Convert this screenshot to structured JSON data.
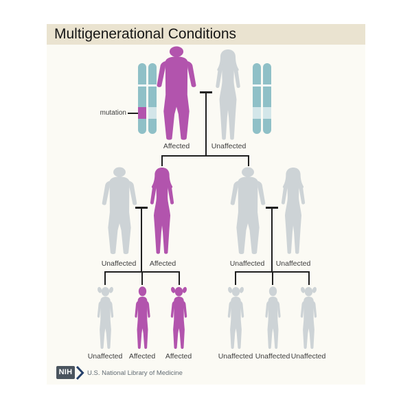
{
  "title": "Multigenerational Conditions",
  "colors": {
    "affected": "#b254ad",
    "unaffected": "#cdd3d6",
    "chromosome": "#8fc0c7",
    "chromosome_band_light": "#d3e6e9",
    "title_bar_bg": "#eae3d0",
    "content_bg": "#fbfaf4",
    "line": "#1f1f1f",
    "nih_box": "#4a545e",
    "nih_chevron": "#26416b",
    "footer_text": "#616b73",
    "label_text": "#3c3c3c"
  },
  "mutation": {
    "label": "mutation"
  },
  "generation1": {
    "father": {
      "sex": "male",
      "affected": true,
      "label": "Affected"
    },
    "mother": {
      "sex": "female",
      "affected": false,
      "label": "Unaffected"
    }
  },
  "generation2": {
    "left_couple": [
      {
        "sex": "male",
        "affected": false,
        "label": "Unaffected"
      },
      {
        "sex": "female",
        "affected": true,
        "label": "Affected"
      }
    ],
    "right_couple": [
      {
        "sex": "male",
        "affected": false,
        "label": "Unaffected"
      },
      {
        "sex": "female",
        "affected": false,
        "label": "Unaffected"
      }
    ]
  },
  "generation3": {
    "left_children": [
      {
        "sex": "girl",
        "affected": false,
        "label": "Unaffected"
      },
      {
        "sex": "boy",
        "affected": true,
        "label": "Affected"
      },
      {
        "sex": "girl",
        "affected": true,
        "label": "Affected"
      }
    ],
    "right_children": [
      {
        "sex": "girl",
        "affected": false,
        "label": "Unaffected"
      },
      {
        "sex": "boy",
        "affected": false,
        "label": "Unaffected"
      },
      {
        "sex": "girl",
        "affected": false,
        "label": "Unaffected"
      }
    ]
  },
  "footer": {
    "logo": "NIH",
    "organization": "U.S. National Library of Medicine"
  }
}
